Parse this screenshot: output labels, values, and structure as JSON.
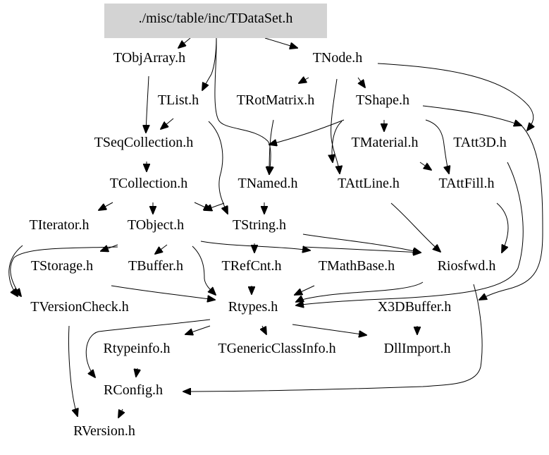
{
  "diagram": {
    "type": "include-dependency-graph",
    "root": "root",
    "colors": {
      "root_fill": "#d3d3d3",
      "edge": "#000000",
      "text": "#000000",
      "background": "#ffffff"
    },
    "nodes": [
      {
        "id": "root",
        "label": "./misc/table/inc/TDataSet.h",
        "highlighted": true
      },
      {
        "id": "TObjArray",
        "label": "TObjArray.h"
      },
      {
        "id": "TNode",
        "label": "TNode.h"
      },
      {
        "id": "TList",
        "label": "TList.h"
      },
      {
        "id": "TRotMatrix",
        "label": "TRotMatrix.h"
      },
      {
        "id": "TShape",
        "label": "TShape.h"
      },
      {
        "id": "TSeqCollection",
        "label": "TSeqCollection.h"
      },
      {
        "id": "TMaterial",
        "label": "TMaterial.h"
      },
      {
        "id": "TAtt3D",
        "label": "TAtt3D.h"
      },
      {
        "id": "TCollection",
        "label": "TCollection.h"
      },
      {
        "id": "TNamed",
        "label": "TNamed.h"
      },
      {
        "id": "TAttLine",
        "label": "TAttLine.h"
      },
      {
        "id": "TAttFill",
        "label": "TAttFill.h"
      },
      {
        "id": "TIterator",
        "label": "TIterator.h"
      },
      {
        "id": "TObject",
        "label": "TObject.h"
      },
      {
        "id": "TString",
        "label": "TString.h"
      },
      {
        "id": "TStorage",
        "label": "TStorage.h"
      },
      {
        "id": "TBuffer",
        "label": "TBuffer.h"
      },
      {
        "id": "TRefCnt",
        "label": "TRefCnt.h"
      },
      {
        "id": "TMathBase",
        "label": "TMathBase.h"
      },
      {
        "id": "Riosfwd",
        "label": "Riosfwd.h"
      },
      {
        "id": "TVersionCheck",
        "label": "TVersionCheck.h"
      },
      {
        "id": "Rtypes",
        "label": "Rtypes.h"
      },
      {
        "id": "X3DBuffer",
        "label": "X3DBuffer.h"
      },
      {
        "id": "Rtypeinfo",
        "label": "Rtypeinfo.h"
      },
      {
        "id": "TGenericClassInfo",
        "label": "TGenericClassInfo.h"
      },
      {
        "id": "DllImport",
        "label": "DllImport.h"
      },
      {
        "id": "RConfig",
        "label": "RConfig.h"
      },
      {
        "id": "RVersion",
        "label": "RVersion.h"
      }
    ],
    "edges": [
      {
        "from": "root",
        "to": "TObjArray"
      },
      {
        "from": "root",
        "to": "TNode"
      },
      {
        "from": "root",
        "to": "TList"
      },
      {
        "from": "root",
        "to": "TNamed"
      },
      {
        "from": "TObjArray",
        "to": "TSeqCollection"
      },
      {
        "from": "TNode",
        "to": "TRotMatrix"
      },
      {
        "from": "TNode",
        "to": "TShape"
      },
      {
        "from": "TNode",
        "to": "TAttLine"
      },
      {
        "from": "TNode",
        "to": "TAtt3D"
      },
      {
        "from": "TList",
        "to": "TSeqCollection"
      },
      {
        "from": "TList",
        "to": "TString"
      },
      {
        "from": "TRotMatrix",
        "to": "TNamed"
      },
      {
        "from": "TShape",
        "to": "TNamed"
      },
      {
        "from": "TShape",
        "to": "TMaterial"
      },
      {
        "from": "TShape",
        "to": "TAttFill"
      },
      {
        "from": "TShape",
        "to": "TAtt3D"
      },
      {
        "from": "TShape",
        "to": "TAttLine"
      },
      {
        "from": "TShape",
        "to": "X3DBuffer"
      },
      {
        "from": "TSeqCollection",
        "to": "TCollection"
      },
      {
        "from": "TMaterial",
        "to": "TAttFill"
      },
      {
        "from": "TMaterial",
        "to": "Rtypes"
      },
      {
        "from": "TAtt3D",
        "to": "Rtypes"
      },
      {
        "from": "TCollection",
        "to": "TIterator"
      },
      {
        "from": "TCollection",
        "to": "TObject"
      },
      {
        "from": "TCollection",
        "to": "TString"
      },
      {
        "from": "TNamed",
        "to": "TString"
      },
      {
        "from": "TNamed",
        "to": "TObject"
      },
      {
        "from": "TAttLine",
        "to": "Riosfwd"
      },
      {
        "from": "TAttFill",
        "to": "Riosfwd"
      },
      {
        "from": "TIterator",
        "to": "TVersionCheck"
      },
      {
        "from": "TObject",
        "to": "TStorage"
      },
      {
        "from": "TObject",
        "to": "TBuffer"
      },
      {
        "from": "TObject",
        "to": "Rtypes"
      },
      {
        "from": "TObject",
        "to": "TMathBase"
      },
      {
        "from": "TObject",
        "to": "Riosfwd"
      },
      {
        "from": "TObject",
        "to": "TVersionCheck"
      },
      {
        "from": "TString",
        "to": "TRefCnt"
      },
      {
        "from": "TString",
        "to": "Riosfwd"
      },
      {
        "from": "TStorage",
        "to": "Rtypes"
      },
      {
        "from": "TRefCnt",
        "to": "Rtypes"
      },
      {
        "from": "TMathBase",
        "to": "Rtypes"
      },
      {
        "from": "Riosfwd",
        "to": "RConfig"
      },
      {
        "from": "TVersionCheck",
        "to": "RVersion"
      },
      {
        "from": "Rtypes",
        "to": "Rtypeinfo"
      },
      {
        "from": "Rtypes",
        "to": "TGenericClassInfo"
      },
      {
        "from": "Rtypes",
        "to": "DllImport"
      },
      {
        "from": "Rtypes",
        "to": "RConfig"
      },
      {
        "from": "X3DBuffer",
        "to": "DllImport"
      },
      {
        "from": "Rtypeinfo",
        "to": "RConfig"
      },
      {
        "from": "RConfig",
        "to": "RVersion"
      }
    ]
  }
}
